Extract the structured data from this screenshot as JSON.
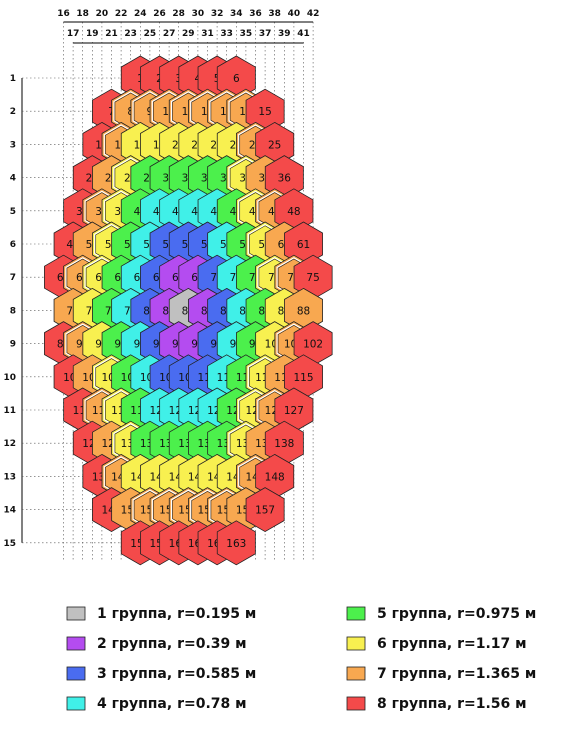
{
  "colors": {
    "1": "#c0c0c0",
    "2": "#b44cf0",
    "3": "#4a6cf0",
    "4": "#40f0e8",
    "5": "#4cf04c",
    "6": "#f8f050",
    "7": "#f8a850",
    "8": "#f44a4a"
  },
  "legend": [
    {
      "group": 1,
      "label": "1 группа, r=0.195 м"
    },
    {
      "group": 2,
      "label": "2 группа, r=0.39 м"
    },
    {
      "group": 3,
      "label": "3 группа, r=0.585 м"
    },
    {
      "group": 4,
      "label": "4 группа, r=0.78 м"
    },
    {
      "group": 5,
      "label": "5 группа, r=0.975 м"
    },
    {
      "group": 6,
      "label": "6 группа, r=1.17 м"
    },
    {
      "group": 7,
      "label": "7 группа, r=1.365 м"
    },
    {
      "group": 8,
      "label": "8 группа, r=1.56 м"
    }
  ],
  "top_axis_even": [
    "16",
    "18",
    "20",
    "22",
    "24",
    "26",
    "28",
    "30",
    "32",
    "34",
    "36",
    "38",
    "40",
    "42"
  ],
  "top_axis_odd": [
    "17",
    "19",
    "21",
    "23",
    "25",
    "27",
    "29",
    "31",
    "33",
    "35",
    "37",
    "39",
    "41"
  ],
  "left_axis": [
    "1",
    "2",
    "3",
    "4",
    "5",
    "6",
    "7",
    "8",
    "9",
    "10",
    "11",
    "12",
    "13",
    "14",
    "15"
  ],
  "rows": [
    {
      "start": 24,
      "cells": [
        [
          1,
          8
        ],
        [
          2,
          8
        ],
        [
          3,
          8
        ],
        [
          4,
          8
        ],
        [
          5,
          8
        ],
        [
          6,
          8
        ]
      ]
    },
    {
      "start": 21,
      "cells": [
        [
          7,
          8
        ],
        [
          8,
          7
        ],
        [
          9,
          7
        ],
        [
          10,
          7
        ],
        [
          11,
          7
        ],
        [
          12,
          7
        ],
        [
          13,
          7
        ],
        [
          14,
          7
        ],
        [
          15,
          8
        ]
      ]
    },
    {
      "start": 20,
      "cells": [
        [
          16,
          8
        ],
        [
          17,
          7
        ],
        [
          18,
          6
        ],
        [
          19,
          6
        ],
        [
          20,
          6
        ],
        [
          21,
          6
        ],
        [
          22,
          6
        ],
        [
          23,
          6
        ],
        [
          24,
          7
        ],
        [
          25,
          8
        ]
      ]
    },
    {
      "start": 19,
      "cells": [
        [
          26,
          8
        ],
        [
          27,
          7
        ],
        [
          28,
          6
        ],
        [
          29,
          5
        ],
        [
          30,
          5
        ],
        [
          31,
          5
        ],
        [
          32,
          5
        ],
        [
          33,
          5
        ],
        [
          34,
          6
        ],
        [
          35,
          7
        ],
        [
          36,
          8
        ]
      ]
    },
    {
      "start": 18,
      "cells": [
        [
          37,
          8
        ],
        [
          38,
          7
        ],
        [
          39,
          6
        ],
        [
          40,
          5
        ],
        [
          41,
          4
        ],
        [
          42,
          4
        ],
        [
          43,
          4
        ],
        [
          44,
          4
        ],
        [
          45,
          5
        ],
        [
          46,
          6
        ],
        [
          47,
          7
        ],
        [
          48,
          8
        ]
      ]
    },
    {
      "start": 17,
      "cells": [
        [
          49,
          8
        ],
        [
          50,
          7
        ],
        [
          51,
          6
        ],
        [
          52,
          5
        ],
        [
          53,
          4
        ],
        [
          54,
          3
        ],
        [
          55,
          3
        ],
        [
          56,
          3
        ],
        [
          57,
          4
        ],
        [
          58,
          5
        ],
        [
          59,
          6
        ],
        [
          60,
          7
        ],
        [
          61,
          8
        ]
      ]
    },
    {
      "start": 16,
      "cells": [
        [
          62,
          8
        ],
        [
          63,
          7
        ],
        [
          64,
          6
        ],
        [
          65,
          5
        ],
        [
          66,
          4
        ],
        [
          67,
          3
        ],
        [
          68,
          2
        ],
        [
          69,
          2
        ],
        [
          70,
          3
        ],
        [
          71,
          4
        ],
        [
          72,
          5
        ],
        [
          73,
          6
        ],
        [
          74,
          7
        ],
        [
          75,
          8
        ]
      ]
    },
    {
      "start": 17,
      "cells": [
        [
          76,
          7
        ],
        [
          77,
          6
        ],
        [
          78,
          5
        ],
        [
          79,
          4
        ],
        [
          80,
          3
        ],
        [
          81,
          2
        ],
        [
          82,
          1
        ],
        [
          83,
          2
        ],
        [
          84,
          3
        ],
        [
          85,
          4
        ],
        [
          86,
          5
        ],
        [
          87,
          6
        ],
        [
          88,
          7
        ]
      ]
    },
    {
      "start": 16,
      "cells": [
        [
          89,
          8
        ],
        [
          90,
          7
        ],
        [
          91,
          6
        ],
        [
          92,
          5
        ],
        [
          93,
          4
        ],
        [
          94,
          3
        ],
        [
          95,
          2
        ],
        [
          96,
          2
        ],
        [
          97,
          3
        ],
        [
          98,
          4
        ],
        [
          99,
          5
        ],
        [
          100,
          6
        ],
        [
          101,
          7
        ],
        [
          102,
          8
        ]
      ]
    },
    {
      "start": 17,
      "cells": [
        [
          103,
          8
        ],
        [
          104,
          7
        ],
        [
          105,
          6
        ],
        [
          106,
          5
        ],
        [
          107,
          4
        ],
        [
          108,
          3
        ],
        [
          109,
          3
        ],
        [
          110,
          3
        ],
        [
          111,
          4
        ],
        [
          112,
          5
        ],
        [
          113,
          6
        ],
        [
          114,
          7
        ],
        [
          115,
          8
        ]
      ]
    },
    {
      "start": 18,
      "cells": [
        [
          116,
          8
        ],
        [
          117,
          7
        ],
        [
          118,
          6
        ],
        [
          119,
          5
        ],
        [
          120,
          4
        ],
        [
          121,
          4
        ],
        [
          122,
          4
        ],
        [
          123,
          4
        ],
        [
          124,
          5
        ],
        [
          125,
          6
        ],
        [
          126,
          7
        ],
        [
          127,
          8
        ]
      ]
    },
    {
      "start": 19,
      "cells": [
        [
          128,
          8
        ],
        [
          129,
          7
        ],
        [
          130,
          6
        ],
        [
          131,
          5
        ],
        [
          132,
          5
        ],
        [
          133,
          5
        ],
        [
          134,
          5
        ],
        [
          135,
          5
        ],
        [
          136,
          6
        ],
        [
          137,
          7
        ],
        [
          138,
          8
        ]
      ]
    },
    {
      "start": 20,
      "cells": [
        [
          139,
          8
        ],
        [
          140,
          7
        ],
        [
          141,
          6
        ],
        [
          142,
          6
        ],
        [
          143,
          6
        ],
        [
          144,
          6
        ],
        [
          145,
          6
        ],
        [
          146,
          6
        ],
        [
          147,
          7
        ],
        [
          148,
          8
        ]
      ]
    },
    {
      "start": 21,
      "cells": [
        [
          149,
          8
        ],
        [
          150,
          7
        ],
        [
          151,
          7
        ],
        [
          152,
          7
        ],
        [
          153,
          7
        ],
        [
          154,
          7
        ],
        [
          155,
          7
        ],
        [
          156,
          7
        ],
        [
          157,
          8
        ]
      ]
    },
    {
      "start": 24,
      "cells": [
        [
          158,
          8
        ],
        [
          159,
          8
        ],
        [
          160,
          8
        ],
        [
          161,
          8
        ],
        [
          162,
          8
        ],
        [
          163,
          8
        ]
      ]
    }
  ],
  "doubled_border_cells": [
    8,
    9,
    10,
    11,
    12,
    13,
    14,
    17,
    24,
    28,
    34,
    38,
    39,
    46,
    47,
    51,
    59,
    63,
    64,
    73,
    74,
    90,
    101,
    105,
    113,
    117,
    118,
    125,
    126,
    130,
    136,
    140,
    147,
    151,
    152,
    153,
    154,
    155
  ]
}
